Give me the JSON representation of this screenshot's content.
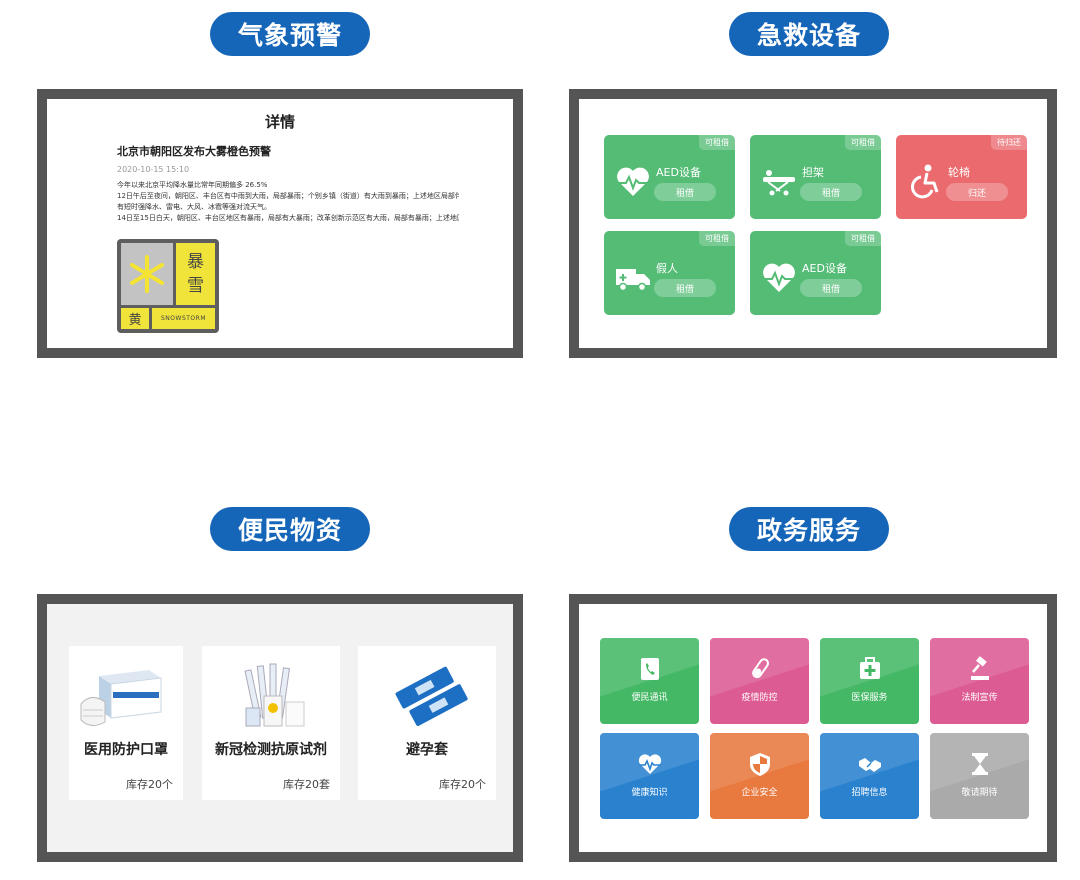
{
  "sections": {
    "weather": {
      "title": "气象预警"
    },
    "emergency": {
      "title": "急救设备"
    },
    "supplies": {
      "title": "便民物资"
    },
    "services": {
      "title": "政务服务"
    }
  },
  "weather_detail": {
    "heading": "详情",
    "alert_title": "北京市朝阳区发布大雾橙色预警",
    "date": "2020-10-15 15:10",
    "lines": [
      "今年以来北京平均降水量比常年同期偏多 26.5%",
      "12日午后至夜间，朝阳区、丰台区有中雨到大雨，局部暴雨；个别乡镇（街道）有大雨到暴雨；上述地区局部伴",
      "有短时强降水、雷电、大风、冰雹等强对流天气。",
      "14日至15日白天，朝阳区、丰台区地区有暴雨，局部有大暴雨；改革创新示范区有大雨，局部有暴雨；上述地区"
    ],
    "sign": {
      "char1": "暴",
      "char2": "雪",
      "level": "黄",
      "label": "SNOWSTORM"
    }
  },
  "equipment": [
    {
      "name": "AED设备",
      "status": "可租借",
      "action": "租借",
      "icon": "heart-pulse-icon"
    },
    {
      "name": "担架",
      "status": "可租借",
      "action": "租借",
      "icon": "stretcher-icon"
    },
    {
      "name": "轮椅",
      "status": "待归还",
      "action": "归还",
      "icon": "wheelchair-icon"
    },
    {
      "name": "假人",
      "status": "可租借",
      "action": "租借",
      "icon": "ambulance-icon"
    },
    {
      "name": "AED设备",
      "status": "可租借",
      "action": "租借",
      "icon": "heart-pulse-icon"
    }
  ],
  "supplies": [
    {
      "name": "医用防护口罩",
      "stock": "库存20个"
    },
    {
      "name": "新冠检测抗原试剂",
      "stock": "库存20套"
    },
    {
      "name": "避孕套",
      "stock": "库存20个"
    }
  ],
  "services": [
    {
      "label": "便民通讯",
      "icon": "phone-book-icon",
      "color": "#45b866"
    },
    {
      "label": "疫情防控",
      "icon": "test-tube-icon",
      "color": "#dd5b93"
    },
    {
      "label": "医保服务",
      "icon": "medical-kit-icon",
      "color": "#45b866"
    },
    {
      "label": "法制宣传",
      "icon": "gavel-icon",
      "color": "#dd5b93"
    },
    {
      "label": "健康知识",
      "icon": "heart-pulse-icon",
      "color": "#2a82cf"
    },
    {
      "label": "企业安全",
      "icon": "shield-icon",
      "color": "#e8793f"
    },
    {
      "label": "招聘信息",
      "icon": "handshake-icon",
      "color": "#2a82cf"
    },
    {
      "label": "敬请期待",
      "icon": "hourglass-icon",
      "color": "#aaaaaa"
    }
  ]
}
